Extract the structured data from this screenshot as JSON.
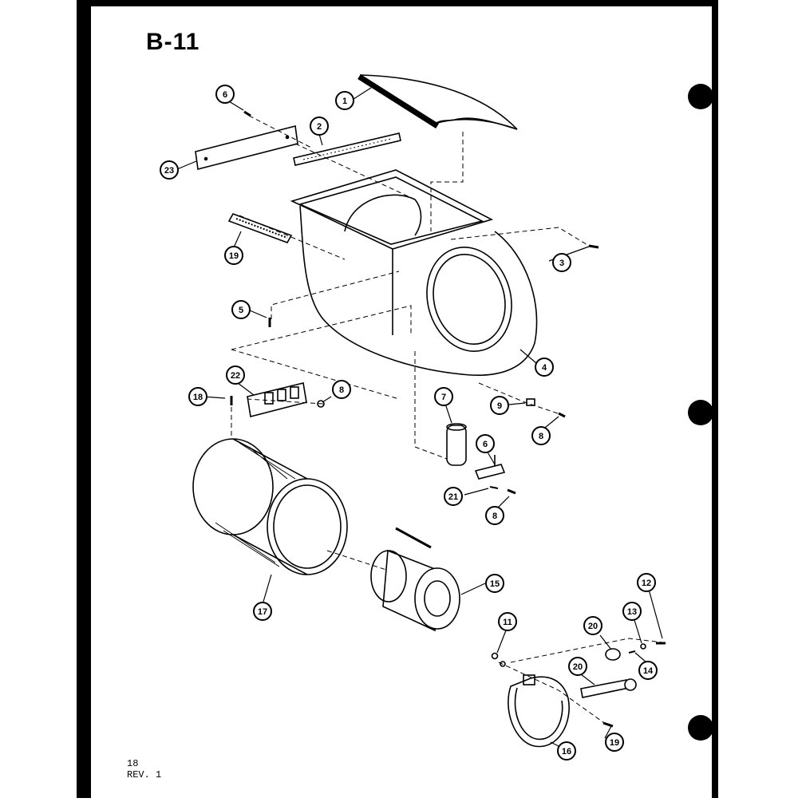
{
  "header": {
    "title": "B-11"
  },
  "footer": {
    "page_number": "18",
    "revision": "REV. 1"
  },
  "callouts": [
    "1",
    "2",
    "3",
    "4",
    "5",
    "6",
    "6",
    "7",
    "8",
    "8",
    "8",
    "9",
    "11",
    "12",
    "13",
    "14",
    "15",
    "16",
    "17",
    "18",
    "19",
    "19",
    "20",
    "20",
    "21",
    "22",
    "23"
  ],
  "colors": {
    "ink": "#000000",
    "paper": "#ffffff"
  }
}
